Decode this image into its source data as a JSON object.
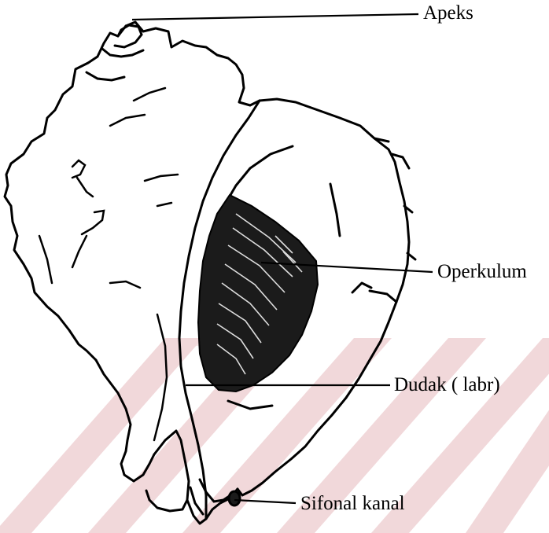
{
  "labels": {
    "apex": "Apeks",
    "operculum": "Operkulum",
    "lip": "Dudak ( labr)",
    "siphonal_canal": "Sifonal kanal"
  },
  "colors": {
    "ink": "#000000",
    "watermark": "#e7b9bd",
    "background": "#ffffff"
  }
}
